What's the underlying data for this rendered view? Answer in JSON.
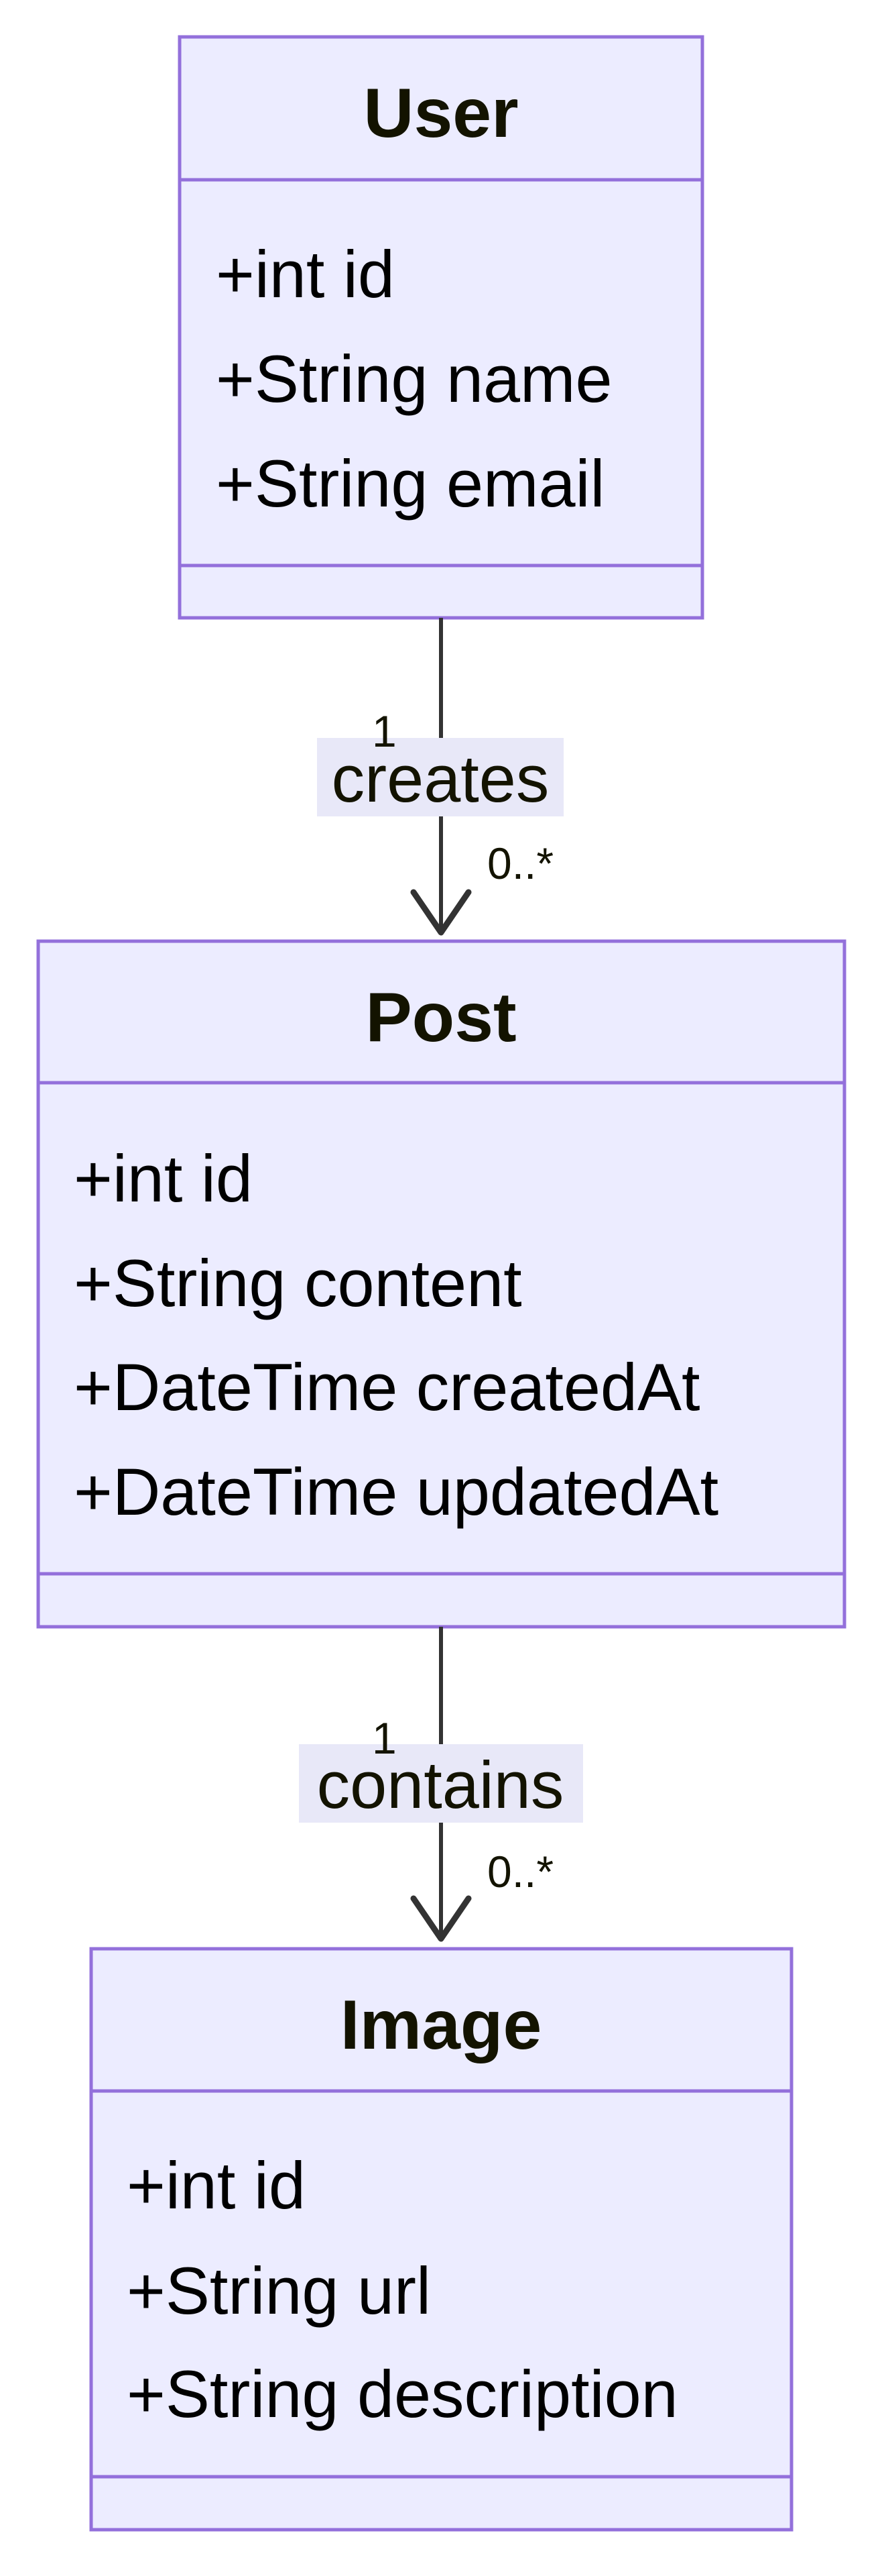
{
  "colors": {
    "class_fill": "#ECECFF",
    "class_stroke": "#9370DB",
    "edge_stroke": "#333333",
    "label_bg": "#E8E8F8"
  },
  "classes": [
    {
      "name": "User",
      "attributes": [
        "+int id",
        "+String name",
        "+String email"
      ]
    },
    {
      "name": "Post",
      "attributes": [
        "+int id",
        "+String content",
        "+DateTime createdAt",
        "+DateTime updatedAt"
      ]
    },
    {
      "name": "Image",
      "attributes": [
        "+int id",
        "+String url",
        "+String description"
      ]
    }
  ],
  "relations": [
    {
      "label": "creates",
      "from_multiplicity": "1",
      "to_multiplicity": "0..*"
    },
    {
      "label": "contains",
      "from_multiplicity": "1",
      "to_multiplicity": "0..*"
    }
  ]
}
